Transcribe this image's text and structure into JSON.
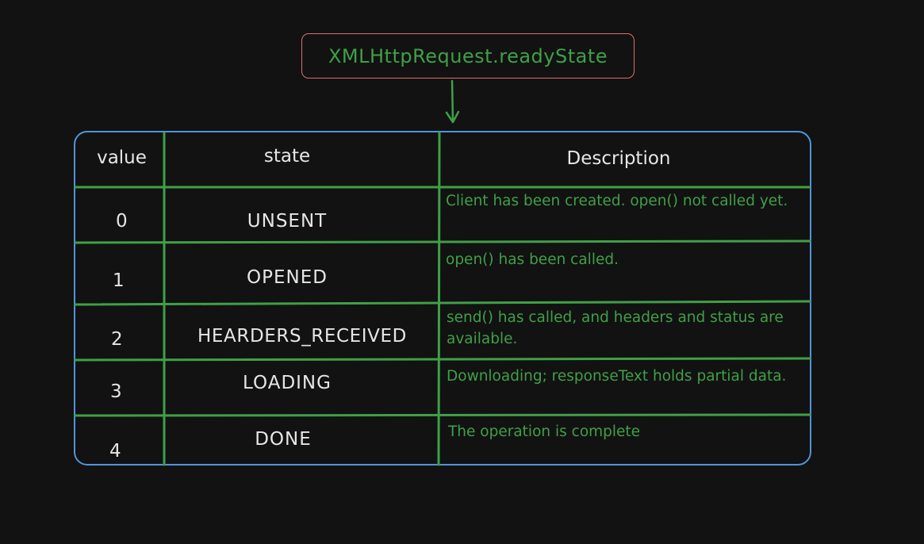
{
  "title": "XMLHttpRequest.readyState",
  "colors": {
    "background": "#121212",
    "title_border": "#e06c6c",
    "table_border": "#4f95dc",
    "grid_lines": "#3fa046",
    "green_text": "#3fa046",
    "white_text": "#e6e6e6"
  },
  "table": {
    "headers": {
      "value": "value",
      "state": "state",
      "description": "Description"
    },
    "rows": [
      {
        "value": "0",
        "state": "UNSENT",
        "description": "Client has been created. open() not called yet."
      },
      {
        "value": "1",
        "state": "OPENED",
        "description": "open() has been called."
      },
      {
        "value": "2",
        "state": "HEARDERS_RECEIVED",
        "description": "send() has called, and headers and status are available."
      },
      {
        "value": "3",
        "state": "LOADING",
        "description": "Downloading; responseText holds partial data."
      },
      {
        "value": "4",
        "state": "DONE",
        "description": "The operation is complete"
      }
    ]
  }
}
